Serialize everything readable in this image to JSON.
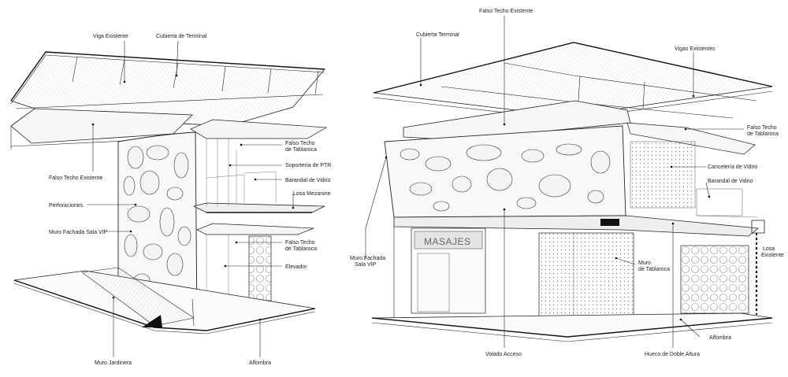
{
  "left_view": {
    "labels": {
      "viga_existente": "Viga Existente",
      "cubierta_terminal": "Cubierta de Terminal",
      "falso_techo_existente": "Falso Techo Existente",
      "perforaciones": "Perforaciones",
      "muro_fachada_vip": "Muro Fachada Sala VIP",
      "falso_techo_tablaroca_1_line1": "Falso Techo",
      "falso_techo_tablaroca_1_line2": "de Tablaroca",
      "soporteria_ptr": "Soportería de PTR",
      "barandal_vidrio": "Barandal de Vidrio",
      "losa_mezanine": "Losa Mezanine",
      "falso_techo_tablaroca_2_line1": "Falso Techo",
      "falso_techo_tablaroca_2_line2": "de Tablaroca",
      "elevador": "Elevador",
      "muro_jardinera": "Muro Jardinera",
      "alfombra": "Alfombra"
    }
  },
  "right_view": {
    "labels": {
      "falso_techo_existente": "Falso Techo Existente",
      "cubierta_terminal": "Cubierta Terminal",
      "vigas_existentes": "Vigas Existentes",
      "falso_techo_tablaroca_line1": "Falso Techo",
      "falso_techo_tablaroca_line2": "de Tablaroca",
      "canceleria_vidrio": "Cancelería de Vidrio",
      "barandal_vidrio": "Barandal de Vidrio",
      "losa_existente_line1": "Losa",
      "losa_existente_line2": "Existente",
      "muro_fachada_line1": "Muro Fachada",
      "muro_fachada_line2": "Sala VIP",
      "masajes_sign": "MASAJES",
      "muro_tablaroca_line1": "Muro",
      "muro_tablaroca_line2": "de Tablaroca",
      "alfombra": "Alfombra",
      "volado_acceso": "Volado Acceso",
      "hueco_doble_altura": "Hueco de Doble Altura"
    }
  }
}
